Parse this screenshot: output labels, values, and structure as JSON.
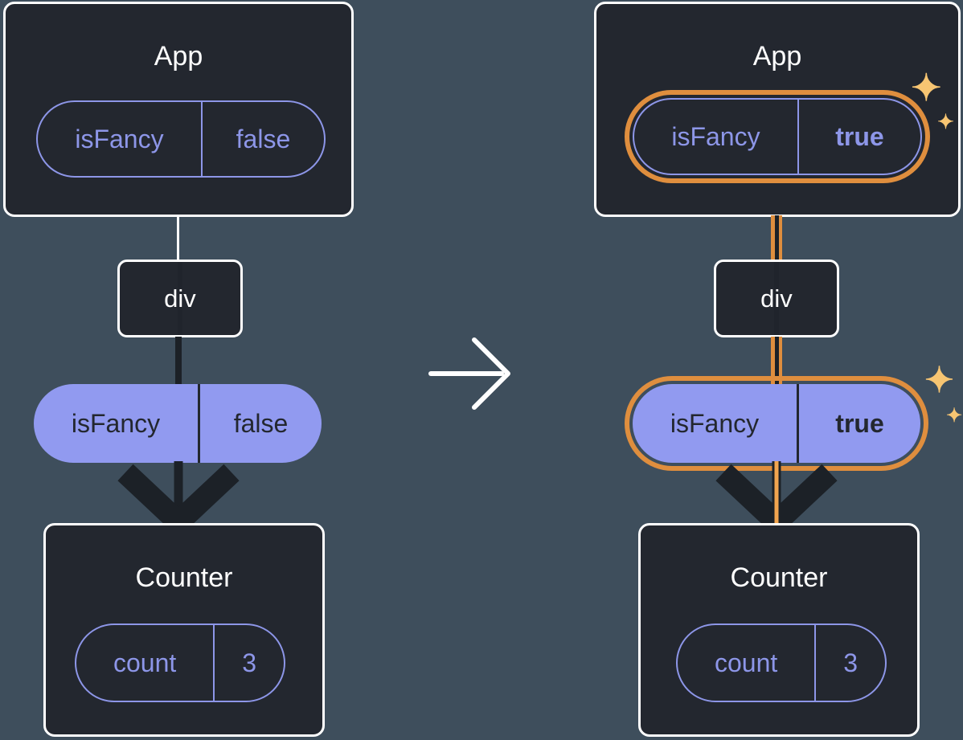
{
  "colors": {
    "background": "#3E4E5C",
    "box_bg": "#23272F",
    "box_border": "#FFFFFF",
    "purple": "#8D96E8",
    "pill_fill": "#919AF0",
    "pill_text_dark": "#23272F",
    "orange": "#DF8E3E",
    "orange_bright": "#F2A54F",
    "sparkle": "#F7C572",
    "arrow_dark": "#1C2127"
  },
  "icons": {
    "sparkle": "✦"
  },
  "before": {
    "app_title": "App",
    "app_state": {
      "name": "isFancy",
      "value": "false"
    },
    "div_label": "div",
    "prop": {
      "name": "isFancy",
      "value": "false"
    },
    "counter_title": "Counter",
    "counter_state": {
      "name": "count",
      "value": "3"
    }
  },
  "after": {
    "app_title": "App",
    "app_state": {
      "name": "isFancy",
      "value": "true"
    },
    "div_label": "div",
    "prop": {
      "name": "isFancy",
      "value": "true"
    },
    "counter_title": "Counter",
    "counter_state": {
      "name": "count",
      "value": "3"
    }
  }
}
